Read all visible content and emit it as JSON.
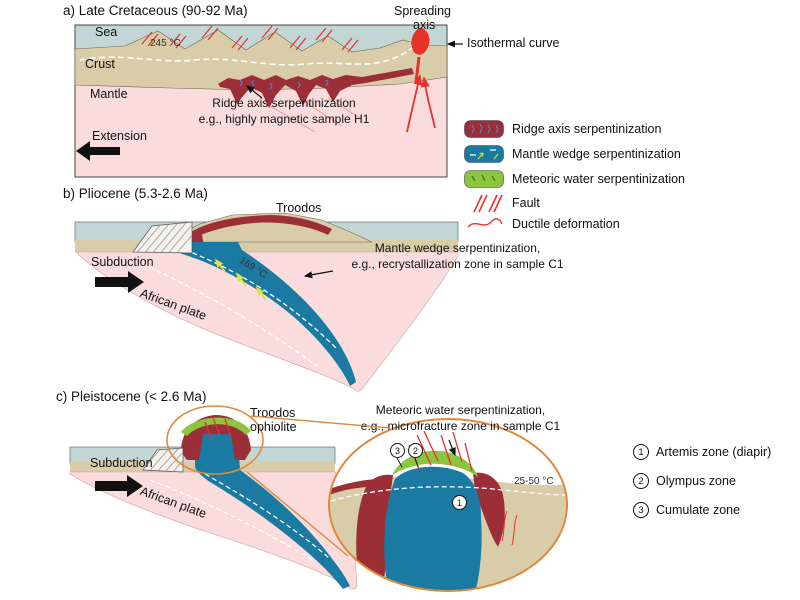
{
  "panel_a": {
    "title": "a) Late Cretaceous (90-92 Ma)",
    "sea": "Sea",
    "crust": "Crust",
    "mantle": "Mantle",
    "temperature": "245 °C",
    "spreading_line1": "Spreading",
    "spreading_line2": "axis",
    "isothermal": "Isothermal curve",
    "annotation_line1": "Ridge axis serpentinization",
    "annotation_line2": "e.g., highly magnetic sample H1",
    "extension": "Extension"
  },
  "panel_b": {
    "title": "b) Pliocene (5.3-2.6 Ma)",
    "troodos": "Troodos",
    "subduction": "Subduction",
    "african_plate": "African plate",
    "temperature": "169 °C",
    "annotation_line1": "Mantle wedge serpentinization,",
    "annotation_line2": "e.g., recrystallization zone in sample C1"
  },
  "panel_c": {
    "title": "c) Pleistocene (< 2.6 Ma)",
    "troodos_line1": "Troodos",
    "troodos_line2": "ophiolite",
    "subduction": "Subduction",
    "african_plate": "African plate",
    "annotation_line1": "Meteoric water serpentinization,",
    "annotation_line2": "e.g., microfracture zone in sample C1",
    "inset_temperature": "25-50 °C",
    "marker_1": "1",
    "marker_2": "2",
    "marker_3": "3",
    "zones": [
      {
        "num": "1",
        "label": "Artemis zone (diapir)"
      },
      {
        "num": "2",
        "label": "Olympus zone"
      },
      {
        "num": "3",
        "label": "Cumulate zone"
      }
    ]
  },
  "legend": {
    "items": [
      {
        "label": "Ridge axis serpentinization"
      },
      {
        "label": "Mantle wedge serpentinization"
      },
      {
        "label": "Meteoric water serpentinization"
      },
      {
        "label": "Fault"
      },
      {
        "label": "Ductile deformation"
      }
    ]
  },
  "colors": {
    "sea": "#c3d6d6",
    "crust": "#d9cda9",
    "mantle": "#fadcdc",
    "ridge_serpentinization": "#9b2e37",
    "mantle_wedge_serpentinization": "#1a7aa2",
    "meteoric_serpentinization": "#8cc63e",
    "fault": "#e63229",
    "inset_outline": "#e0883c"
  }
}
